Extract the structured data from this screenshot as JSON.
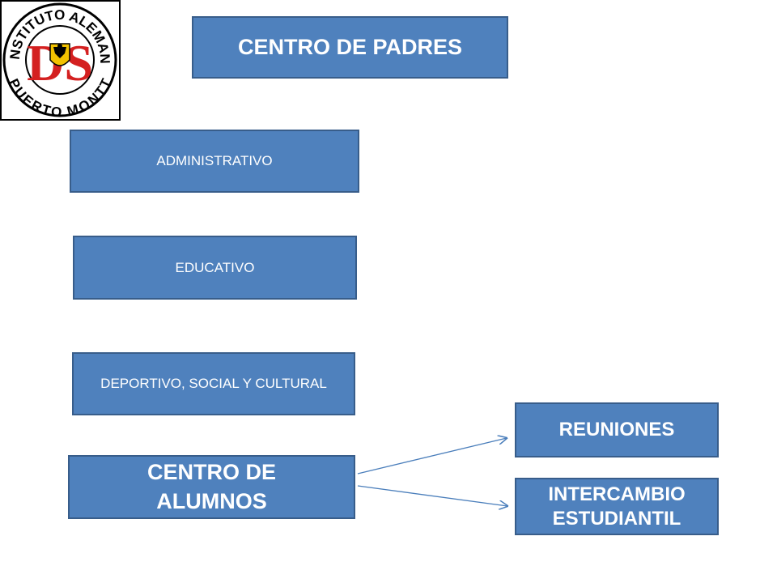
{
  "logo": {
    "arc_top": "INSTITUTO ALEMAN",
    "arc_bottom": "PUERTO MONTT",
    "monogram": "DS"
  },
  "title": "CENTRO DE PADRES",
  "sections": [
    {
      "label": "ADMINISTRATIVO"
    },
    {
      "label": "EDUCATIVO"
    },
    {
      "label": "DEPORTIVO, SOCIAL Y CULTURAL"
    }
  ],
  "alumnos": {
    "line1": "CENTRO DE",
    "line2": "ALUMNOS"
  },
  "targets": {
    "reuniones": "REUNIONES",
    "intercambio_line1": "INTERCAMBIO",
    "intercambio_line2": "ESTUDIANTIL"
  },
  "colors": {
    "box_fill": "#4f81bd",
    "box_border": "#385d8a",
    "arrow": "#4a7ebb",
    "logo_red": "#d42020"
  }
}
